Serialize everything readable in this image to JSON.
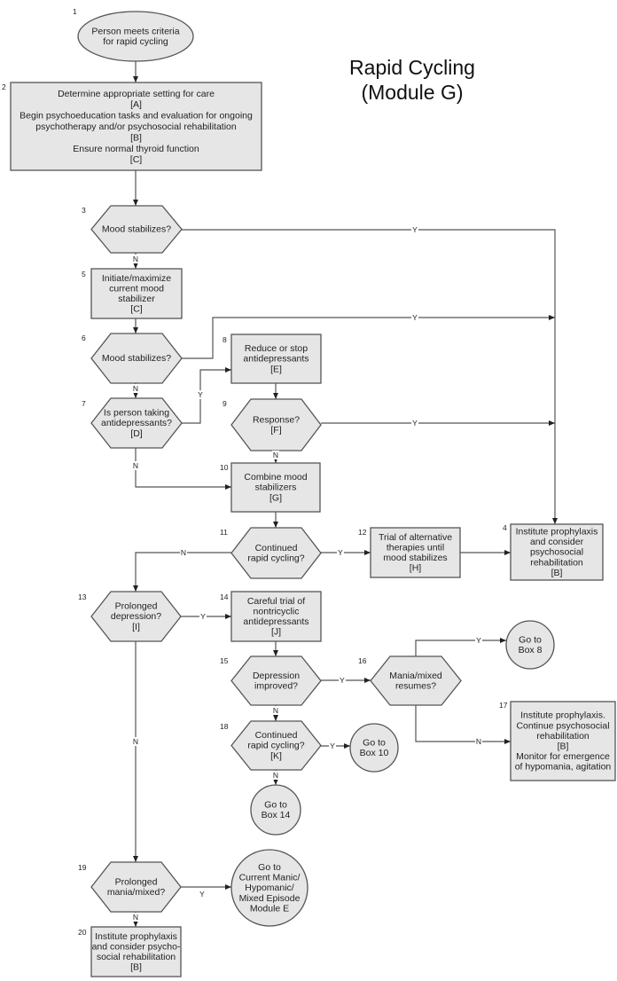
{
  "title": {
    "line1": "Rapid Cycling",
    "line2": "(Module G)"
  },
  "colors": {
    "node_fill": "#e6e6e6",
    "stroke": "#555555",
    "text": "#222222"
  },
  "nodes": [
    {
      "id": "1",
      "shape": "ellipse",
      "lines": [
        "Person meets criteria",
        "for rapid cycling"
      ]
    },
    {
      "id": "2",
      "shape": "rect",
      "lines": [
        "Determine appropriate setting for care",
        "[A]",
        "Begin psychoeducation tasks and evaluation for ongoing",
        "psychotherapy and/or psychosocial rehabilitation",
        "[B]",
        "Ensure normal thyroid function",
        "[C]"
      ]
    },
    {
      "id": "3",
      "shape": "hexagon",
      "lines": [
        "Mood stabilizes?"
      ]
    },
    {
      "id": "4",
      "shape": "rect",
      "lines": [
        "Institute prophylaxis",
        "and consider",
        "psychosocial",
        "rehabilitation",
        "[B]"
      ]
    },
    {
      "id": "5",
      "shape": "rect",
      "lines": [
        "Initiate/maximize",
        "current mood",
        "stabilizer",
        "[C]"
      ]
    },
    {
      "id": "6",
      "shape": "hexagon",
      "lines": [
        "Mood stabilizes?"
      ]
    },
    {
      "id": "7",
      "shape": "hexagon",
      "lines": [
        "Is person taking",
        "antidepressants?",
        "[D]"
      ]
    },
    {
      "id": "8",
      "shape": "rect",
      "lines": [
        "Reduce or stop",
        "antidepressants",
        "[E]"
      ]
    },
    {
      "id": "9",
      "shape": "hexagon",
      "lines": [
        "Response?",
        "[F]"
      ]
    },
    {
      "id": "10",
      "shape": "rect",
      "lines": [
        "Combine mood",
        "stabilizers",
        "[G]"
      ]
    },
    {
      "id": "11",
      "shape": "hexagon",
      "lines": [
        "Continued",
        "rapid cycling?"
      ]
    },
    {
      "id": "12",
      "shape": "rect",
      "lines": [
        "Trial of alternative",
        "therapies until",
        "mood stabilizes",
        "[H]"
      ]
    },
    {
      "id": "13",
      "shape": "hexagon",
      "lines": [
        "Prolonged",
        "depression?",
        "[I]"
      ]
    },
    {
      "id": "14",
      "shape": "rect",
      "lines": [
        "Careful trial of",
        "nontricyclic",
        "antidepressants",
        "[J]"
      ]
    },
    {
      "id": "15",
      "shape": "hexagon",
      "lines": [
        "Depression",
        "improved?"
      ]
    },
    {
      "id": "16",
      "shape": "hexagon",
      "lines": [
        "Mania/mixed",
        "resumes?"
      ]
    },
    {
      "id": "17",
      "shape": "rect",
      "lines": [
        "Institute prophylaxis.",
        "Continue psychosocial",
        "rehabilitation",
        "[B]",
        "Monitor for emergence",
        "of hypomania, agitation"
      ]
    },
    {
      "id": "18",
      "shape": "hexagon",
      "lines": [
        "Continued",
        "rapid cycling?",
        "[K]"
      ]
    },
    {
      "id": "19",
      "shape": "hexagon",
      "lines": [
        "Prolonged",
        "mania/mixed?"
      ]
    },
    {
      "id": "20",
      "shape": "rect",
      "lines": [
        "Institute prophylaxis",
        "and consider psycho-",
        "social rehabilitation",
        "[B]"
      ]
    },
    {
      "id": "goto8",
      "shape": "circle",
      "lines": [
        "Go to",
        "Box 8"
      ]
    },
    {
      "id": "goto10",
      "shape": "circle",
      "lines": [
        "Go to",
        "Box 10"
      ]
    },
    {
      "id": "goto14",
      "shape": "circle",
      "lines": [
        "Go to",
        "Box 14"
      ]
    },
    {
      "id": "gotoE",
      "shape": "circle",
      "lines": [
        "Go to",
        "Current Manic/",
        "Hypomanic/",
        "Mixed Episode",
        "Module E"
      ]
    }
  ],
  "edges": [
    {
      "from": "1",
      "to": "2",
      "label": ""
    },
    {
      "from": "2",
      "to": "3",
      "label": ""
    },
    {
      "from": "3",
      "to": "4",
      "label": "Y"
    },
    {
      "from": "3",
      "to": "5",
      "label": "N"
    },
    {
      "from": "5",
      "to": "6",
      "label": ""
    },
    {
      "from": "6",
      "to": "4",
      "label": "Y"
    },
    {
      "from": "6",
      "to": "7",
      "label": "N"
    },
    {
      "from": "7",
      "to": "8",
      "label": "Y"
    },
    {
      "from": "7",
      "to": "10",
      "label": "N"
    },
    {
      "from": "8",
      "to": "9",
      "label": ""
    },
    {
      "from": "9",
      "to": "4",
      "label": "Y"
    },
    {
      "from": "9",
      "to": "10",
      "label": "N"
    },
    {
      "from": "10",
      "to": "11",
      "label": ""
    },
    {
      "from": "11",
      "to": "12",
      "label": "Y"
    },
    {
      "from": "11",
      "to": "13",
      "label": "N"
    },
    {
      "from": "12",
      "to": "4",
      "label": ""
    },
    {
      "from": "13",
      "to": "14",
      "label": "Y"
    },
    {
      "from": "13",
      "to": "19",
      "label": "N"
    },
    {
      "from": "14",
      "to": "15",
      "label": ""
    },
    {
      "from": "15",
      "to": "16",
      "label": "Y"
    },
    {
      "from": "15",
      "to": "18",
      "label": "N"
    },
    {
      "from": "16",
      "to": "goto8",
      "label": "Y"
    },
    {
      "from": "16",
      "to": "17",
      "label": "N"
    },
    {
      "from": "18",
      "to": "goto10",
      "label": "Y"
    },
    {
      "from": "18",
      "to": "goto14",
      "label": "N"
    },
    {
      "from": "19",
      "to": "gotoE",
      "label": "Y"
    },
    {
      "from": "19",
      "to": "20",
      "label": "N"
    }
  ]
}
